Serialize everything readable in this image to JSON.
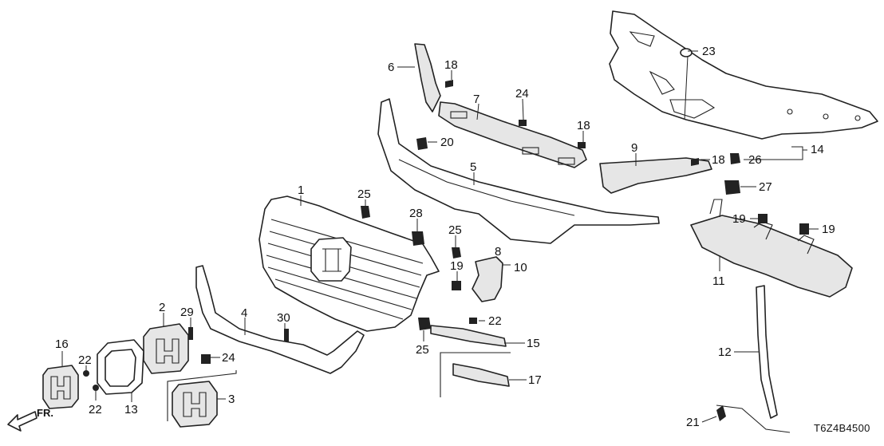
{
  "diagram": {
    "code": "T6Z4B4500",
    "front_label": "FR.",
    "callouts": {
      "c1": "1",
      "c2": "2",
      "c3": "3",
      "c4": "4",
      "c5": "5",
      "c6": "6",
      "c7": "7",
      "c8": "8",
      "c9": "9",
      "c10": "10",
      "c11": "11",
      "c12": "12",
      "c13": "13",
      "c14": "14",
      "c15": "15",
      "c16": "16",
      "c17": "17",
      "c18a": "18",
      "c18b": "18",
      "c18c": "18",
      "c19a": "19",
      "c19b": "19",
      "c19c": "19",
      "c20": "20",
      "c21": "21",
      "c22a": "22",
      "c22b": "22",
      "c22c": "22",
      "c23": "23",
      "c24a": "24",
      "c24b": "24",
      "c25a": "25",
      "c25b": "25",
      "c25c": "25",
      "c26": "26",
      "c27": "27",
      "c28": "28",
      "c29": "29",
      "c30": "30"
    }
  }
}
